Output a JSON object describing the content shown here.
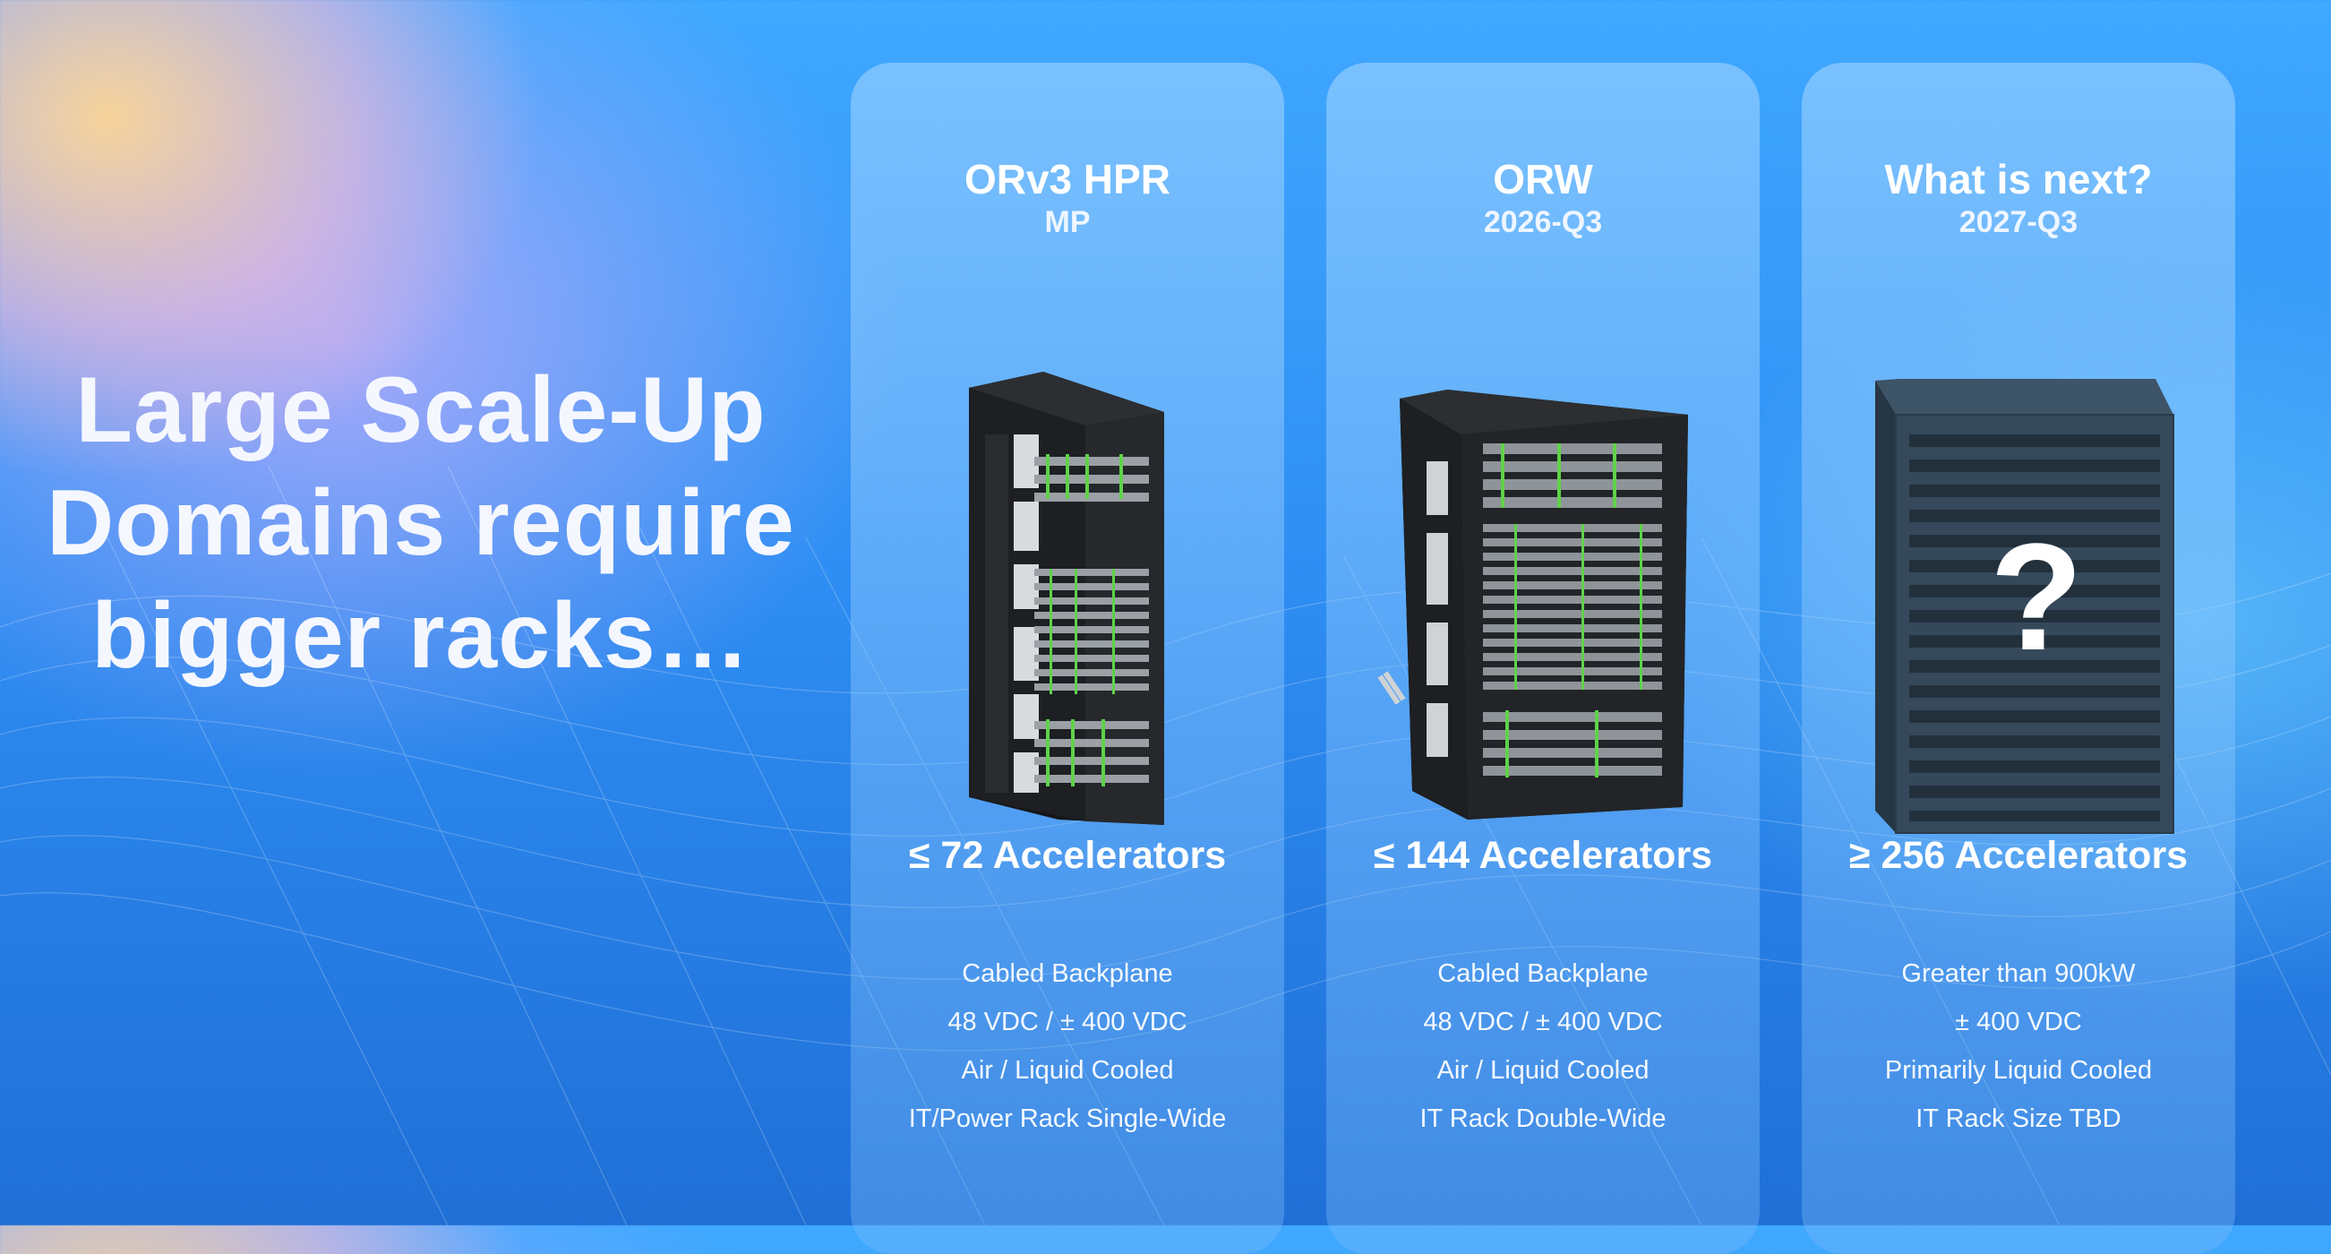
{
  "headline": {
    "lines": [
      "Large Scale-Up",
      "Domains require",
      "bigger racks…"
    ]
  },
  "cards": [
    {
      "title": "ORv3 HPR",
      "subtitle": "MP",
      "image_icon": "single-wide-rack-icon",
      "accelerators": "≤ 72 Accelerators",
      "specs": [
        "Cabled Backplane",
        "48 VDC / ± 400 VDC",
        "Air / Liquid Cooled",
        "IT/Power Rack Single-Wide"
      ]
    },
    {
      "title": "ORW",
      "subtitle": "2026-Q3",
      "image_icon": "double-wide-rack-icon",
      "accelerators": "≤ 144 Accelerators",
      "specs": [
        "Cabled Backplane",
        "48 VDC / ± 400 VDC",
        "Air / Liquid Cooled",
        "IT Rack Double-Wide"
      ]
    },
    {
      "title": "What is next?",
      "subtitle": "2027-Q3",
      "image_icon": "unknown-rack-icon",
      "image_glyph": "?",
      "accelerators": "≥ 256 Accelerators",
      "specs": [
        "Greater than 900kW",
        "± 400 VDC",
        "Primarily Liquid Cooled",
        "IT Rack Size TBD"
      ]
    }
  ],
  "colors": {
    "text": "#ffffff",
    "rack_body": "#1d1f22",
    "rack_green": "#5fd24a",
    "mystery_rack": "#34495a"
  }
}
